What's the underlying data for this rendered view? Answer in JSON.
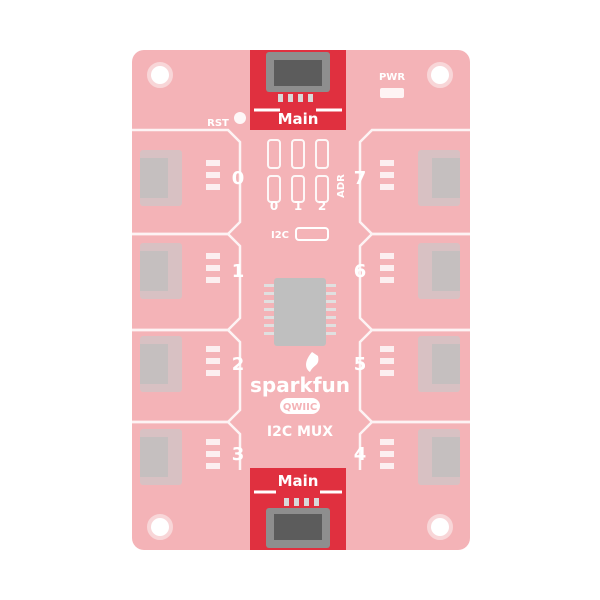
{
  "colors": {
    "board_faded": "#f4b3b7",
    "board_active": "#e0303f",
    "silk": "#ffffff",
    "connector": "#777777",
    "background": "#ffffff"
  },
  "board": {
    "main_top_label": "Main",
    "main_bottom_label": "Main",
    "rst_label": "RST",
    "pwr_label": "PWR",
    "adr_label": "ADR",
    "i2c_label": "I2C",
    "brand": "sparkfun",
    "qwiic": "QWIIC",
    "product": "I2C MUX",
    "addr_bits": [
      "0",
      "1",
      "2"
    ],
    "port_numbers": [
      "0",
      "1",
      "2",
      "3",
      "7",
      "6",
      "5",
      "4"
    ]
  }
}
